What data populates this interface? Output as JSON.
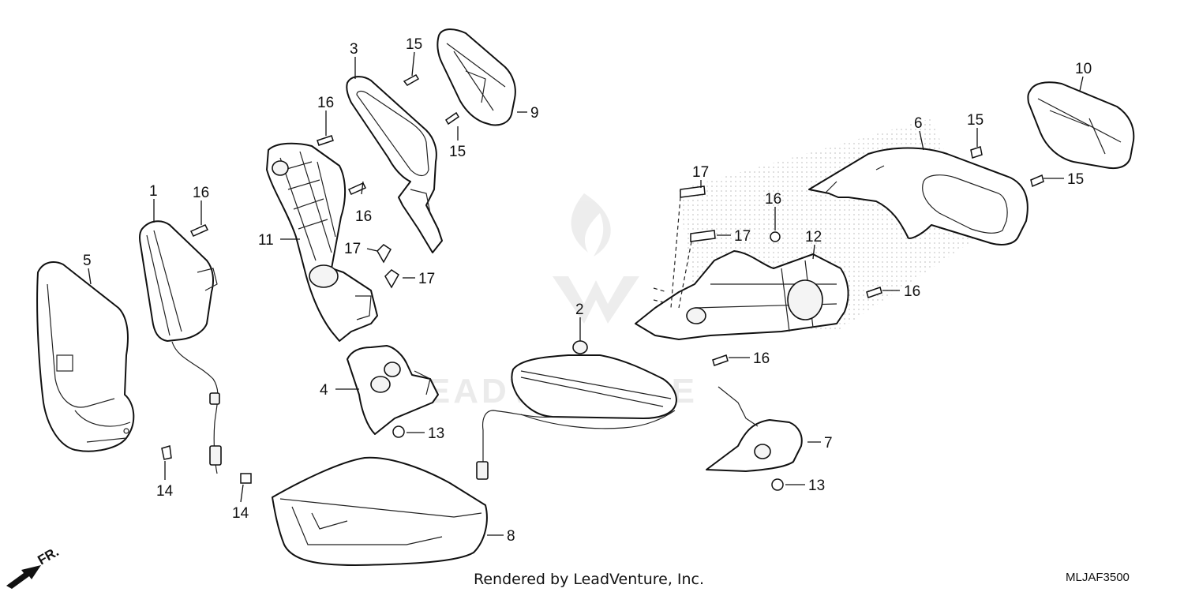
{
  "callouts": {
    "c1": "1",
    "c2": "2",
    "c3": "3",
    "c4": "4",
    "c5": "5",
    "c6": "6",
    "c7": "7",
    "c8": "8",
    "c9": "9",
    "c10": "10",
    "c11": "11",
    "c12": "12",
    "c13a": "13",
    "c13b": "13",
    "c14a": "14",
    "c14b": "14",
    "c15a": "15",
    "c15b": "15",
    "c15c": "15",
    "c15d": "15",
    "c16a": "16",
    "c16b": "16",
    "c16c": "16",
    "c16d": "16",
    "c16e": "16",
    "c16f": "16",
    "c17a": "17",
    "c17b": "17",
    "c17c": "17",
    "c17d": "17"
  },
  "direction_label": "FR.",
  "footer": {
    "credit": "Rendered by LeadVenture, Inc.",
    "diagram_code": "MLJAF3500"
  },
  "watermark": "LEADVENTURE"
}
